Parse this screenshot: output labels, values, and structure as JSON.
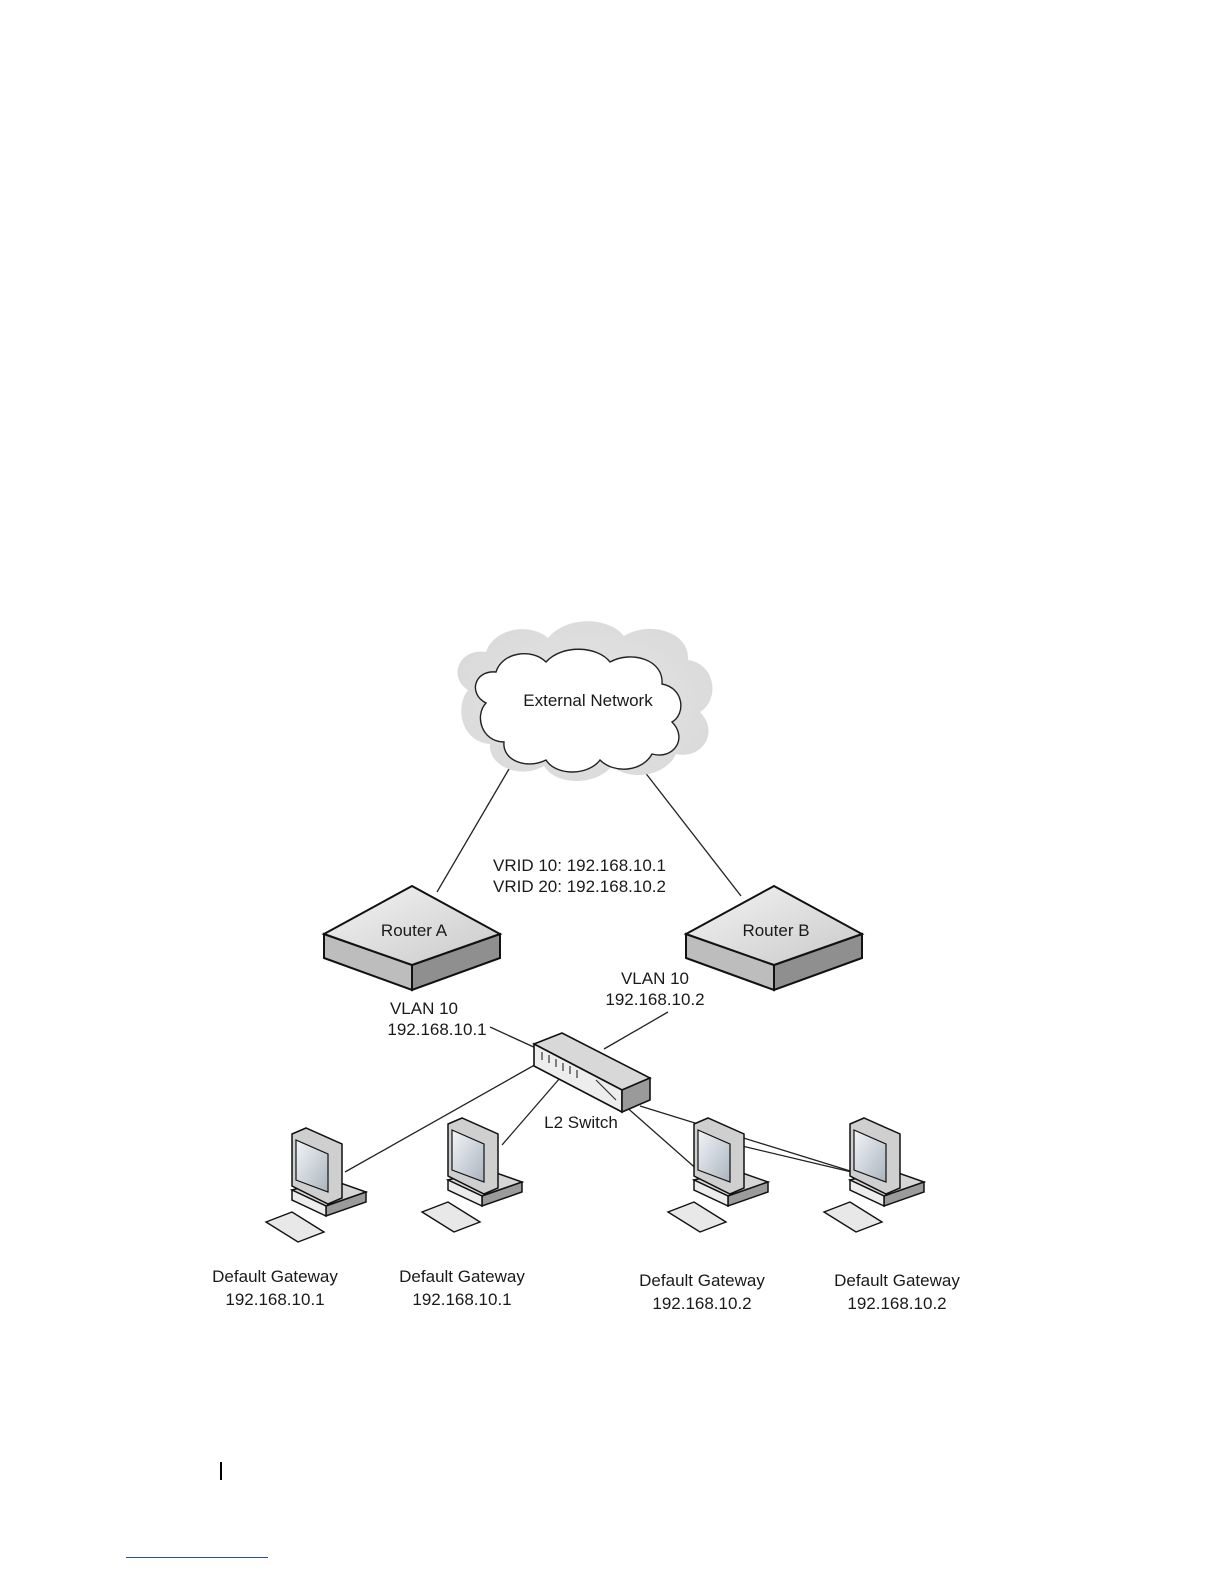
{
  "diagram": {
    "cloud_label": "External Network",
    "vrid_lines": [
      "VRID 10: 192.168.10.1",
      "VRID 20: 192.168.10.2"
    ],
    "routers": [
      {
        "name": "Router A",
        "vlan": "VLAN 10",
        "ip": "192.168.10.1"
      },
      {
        "name": "Router B",
        "vlan": "VLAN 10",
        "ip": "192.168.10.2"
      }
    ],
    "switch_label": "L2 Switch",
    "hosts": [
      {
        "label": "Default Gateway",
        "ip": "192.168.10.1"
      },
      {
        "label": "Default Gateway",
        "ip": "192.168.10.1"
      },
      {
        "label": "Default Gateway",
        "ip": "192.168.10.2"
      },
      {
        "label": "Default Gateway",
        "ip": "192.168.10.2"
      }
    ]
  }
}
